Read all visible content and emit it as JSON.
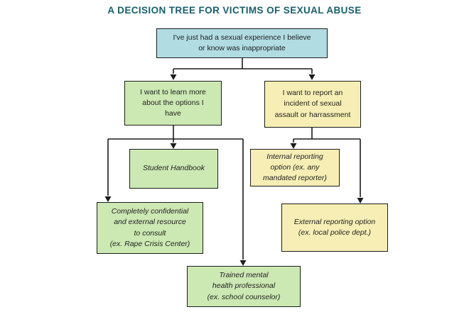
{
  "title": {
    "text": "A DECISION TREE FOR VICTIMS OF SEXUAL ABUSE"
  },
  "colors": {
    "title": "#175f6a",
    "border": "#1c1c1c",
    "text": "#1f1f1f",
    "blue": "#b0dce2",
    "green": "#cce8b3",
    "yellow": "#f6eeb4",
    "background": "#ffffff"
  },
  "nodes": {
    "root": {
      "label": "I've just had a sexual experience I believe\nor know was inappropriate",
      "fill": "blue"
    },
    "learn": {
      "label": "I want to learn more\nabout the options I\nhave",
      "fill": "green"
    },
    "report": {
      "label": "I want to report an\nincident of sexual\nassault or harrassment",
      "fill": "yellow"
    },
    "handbook": {
      "label": "Student Handbook",
      "fill": "green"
    },
    "internal": {
      "label": "Internal reporting\noption (ex. any\nmandated reporter)",
      "fill": "yellow"
    },
    "confidential": {
      "label": "Completely confidential\nand external resource\nto consult\n(ex. Rape Crisis Center)",
      "fill": "green"
    },
    "external": {
      "label": "External reporting option\n(ex. local police dept.)",
      "fill": "yellow"
    },
    "counselor": {
      "label": "Trained mental\nhealth professional\n(ex. school counselor)",
      "fill": "green"
    }
  },
  "edges": [
    {
      "from": "root",
      "to": "learn"
    },
    {
      "from": "root",
      "to": "report"
    },
    {
      "from": "learn",
      "to": "handbook"
    },
    {
      "from": "learn",
      "to": "confidential"
    },
    {
      "from": "learn",
      "to": "counselor"
    },
    {
      "from": "report",
      "to": "internal"
    },
    {
      "from": "report",
      "to": "external"
    }
  ]
}
